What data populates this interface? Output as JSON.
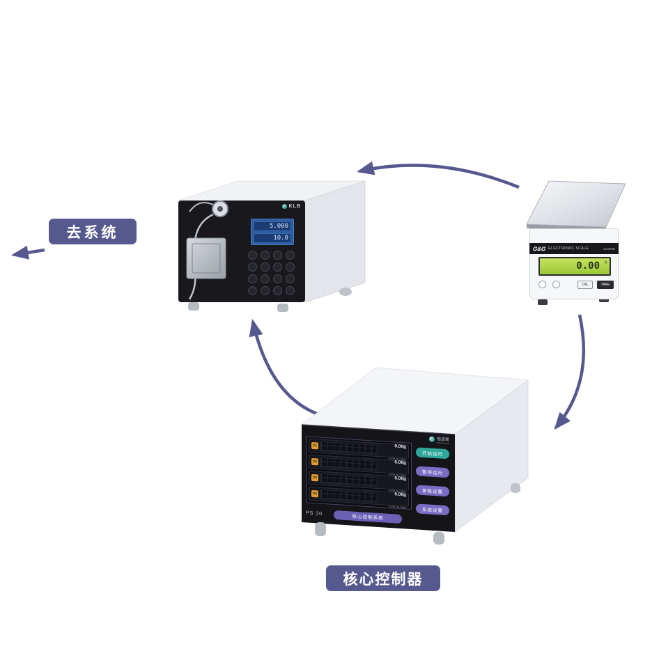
{
  "canvas": {
    "bg": "#ffffff",
    "accent": "#56598e"
  },
  "labels": {
    "to_system": "去系统",
    "core_controller": "核心控制器"
  },
  "arrows": {
    "color": "#56598e"
  },
  "pump": {
    "brand": "KLB",
    "display": {
      "line1": "5.000",
      "line2": "10.0"
    }
  },
  "scale": {
    "brand": "G&G",
    "title": "ELECTRONIC SCALE",
    "model": "JJ1000B",
    "lcd_value": "0.00",
    "lcd_unit": "g",
    "btn_cal": "CAL",
    "btn_tare": "TARE"
  },
  "controller": {
    "model": "PS 30",
    "banner": "核心控制系统",
    "brand": "恒流泵",
    "channels": [
      {
        "id": "P1",
        "value": "0.00g",
        "sub": "0.00 mL/min"
      },
      {
        "id": "P2",
        "value": "0.00g",
        "sub": "0.00 mL/min"
      },
      {
        "id": "P3",
        "value": "0.00g",
        "sub": "0.00 mL/min"
      },
      {
        "id": "P4",
        "value": "0.00g",
        "sub": "0.00 mL/min"
      }
    ],
    "buttons": [
      {
        "label": "开始运行",
        "color": "#2fa79b"
      },
      {
        "label": "暂停运行",
        "color": "#7a6cc2"
      },
      {
        "label": "参数设置",
        "color": "#7a6cc2"
      },
      {
        "label": "系统设置",
        "color": "#7a6cc2"
      }
    ]
  }
}
